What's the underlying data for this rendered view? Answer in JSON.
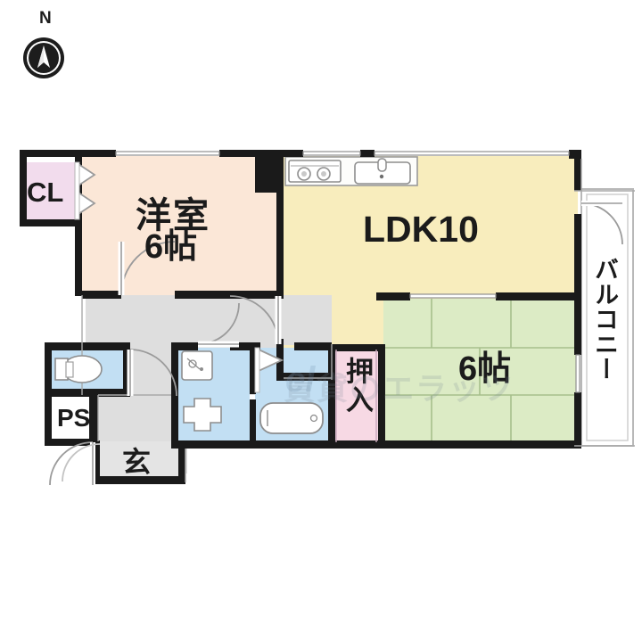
{
  "plan": {
    "title": "2LDK apartment floor plan",
    "compass": {
      "label": "N",
      "icon": "compass-north-icon"
    },
    "watermark": {
      "text": "賃貸のエラッツ",
      "mark": "el"
    },
    "colors": {
      "wall": "#1a1a1a",
      "western_room": "#fbe7d7",
      "ldk": "#f8edbd",
      "tatami": "#dcebc5",
      "closet": "#f2dced",
      "oshiire": "#f7d9e4",
      "water_area": "#c2dff3",
      "corridor": "#dedede",
      "genkan": "#e2e2e2",
      "balcony": "#ffffff",
      "background": "#ffffff"
    },
    "rooms": [
      {
        "id": "closet",
        "name": "closet",
        "label": "CL",
        "orientation": "horizontal"
      },
      {
        "id": "western",
        "name": "western-room",
        "label": "洋室",
        "sublabel": "6帖",
        "orientation": "horizontal"
      },
      {
        "id": "ldk",
        "name": "living-dining-kitchen",
        "label": "LDK10",
        "orientation": "horizontal"
      },
      {
        "id": "tatami",
        "name": "japanese-room",
        "label": "6帖",
        "orientation": "horizontal"
      },
      {
        "id": "oshiire",
        "name": "oshiire-closet",
        "label": "押入",
        "orientation": "vertical"
      },
      {
        "id": "balcony",
        "name": "balcony",
        "label": "バルコニー",
        "orientation": "vertical"
      },
      {
        "id": "pipe_shaft",
        "name": "pipe-shaft",
        "label": "PS",
        "orientation": "horizontal"
      },
      {
        "id": "genkan",
        "name": "entrance",
        "label": "玄",
        "orientation": "horizontal"
      }
    ],
    "fixtures": [
      {
        "name": "gas-stove",
        "burners": 2
      },
      {
        "name": "kitchen-sink",
        "faucet": true
      },
      {
        "name": "toilet",
        "type": "western-wc"
      },
      {
        "name": "bathtub",
        "type": "unit-bath"
      },
      {
        "name": "washbasin",
        "type": "vanity"
      },
      {
        "name": "washing-machine-space",
        "type": "pan"
      }
    ],
    "doors": [
      {
        "name": "entrance-door",
        "type": "swing"
      },
      {
        "name": "genkan-inner-door",
        "type": "swing"
      },
      {
        "name": "toilet-door",
        "type": "swing"
      },
      {
        "name": "washroom-door",
        "type": "swing"
      },
      {
        "name": "bathroom-door",
        "type": "folding"
      },
      {
        "name": "western-room-door",
        "type": "swing"
      },
      {
        "name": "ldk-corridor-door",
        "type": "swing"
      },
      {
        "name": "balcony-door",
        "type": "swing"
      },
      {
        "name": "closet-door",
        "type": "folding"
      },
      {
        "name": "tatami-ldk-partition",
        "type": "sliding"
      },
      {
        "name": "oshiire-door",
        "type": "sliding"
      }
    ]
  }
}
